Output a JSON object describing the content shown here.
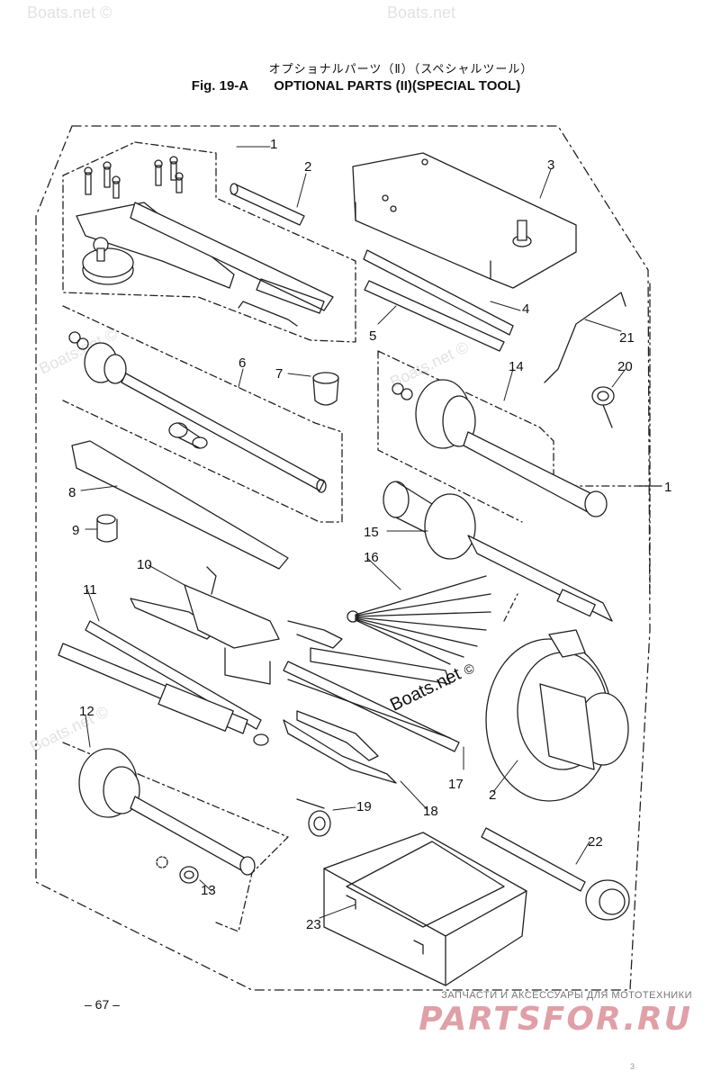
{
  "title": {
    "jp": "オプショナルパーツ（Ⅱ）（スペシャルツール）",
    "fig": "Fig. 19-A",
    "en": "OPTIONAL PARTS (II)(SPECIAL TOOL)"
  },
  "callouts": [
    "1",
    "2",
    "3",
    "4",
    "5",
    "21",
    "6",
    "7",
    "20",
    "14",
    "1",
    "8",
    "15",
    "9",
    "10",
    "16",
    "11",
    "12",
    "17",
    "2",
    "19",
    "18",
    "22",
    "13",
    "23"
  ],
  "page_number": "– 67 –",
  "watermarks": {
    "corner_texts": [
      "Boats.net ©",
      "Boats.net",
      "Boats.net ©",
      "Boats.net ©",
      "Boats.net ©"
    ],
    "center_text": "Boats.net",
    "center_copyright": "©"
  },
  "footer": {
    "ru_text": "ЗАПЧАСТИ И АКСЕССУАРЫ ДЛЯ МОТОТЕХНИКИ",
    "brand": "PARTSFOR.RU"
  },
  "corner_code": "3"
}
